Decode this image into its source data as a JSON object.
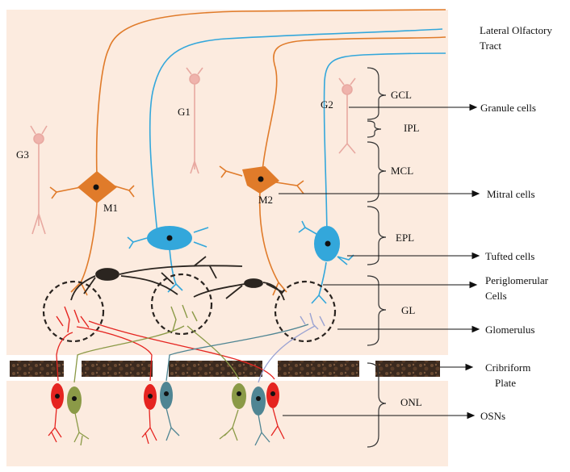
{
  "tract_label": [
    "Lateral Olfactory",
    "Tract"
  ],
  "layers": {
    "gcl": "GCL",
    "ipl": "IPL",
    "mcl": "MCL",
    "epl": "EPL",
    "gl": "GL",
    "onl": "ONL"
  },
  "cell_labels": {
    "g1": "G1",
    "g2": "G2",
    "g3": "G3",
    "m1": "M1",
    "m2": "M2"
  },
  "callouts": {
    "granule": "Granule cells",
    "mitral": "Mitral cells",
    "tufted": "Tufted cells",
    "periglomerular": [
      "Periglomerular",
      "Cells"
    ],
    "glomerulus": "Glomerulus",
    "cribriform": [
      "Cribriform",
      "Plate"
    ],
    "osns": "OSNs"
  },
  "colors": {
    "tissue": "#fcebdf",
    "mitral": "#e07b2a",
    "tufted": "#33a7db",
    "granule": "#e8a9a1",
    "periglomerular": "#2b2520",
    "osn_red": "#e52420",
    "osn_olive": "#8b9a47",
    "osn_teal": "#4f8593",
    "osn_lavender": "#9ba3d2",
    "bone": "#5a4030"
  }
}
